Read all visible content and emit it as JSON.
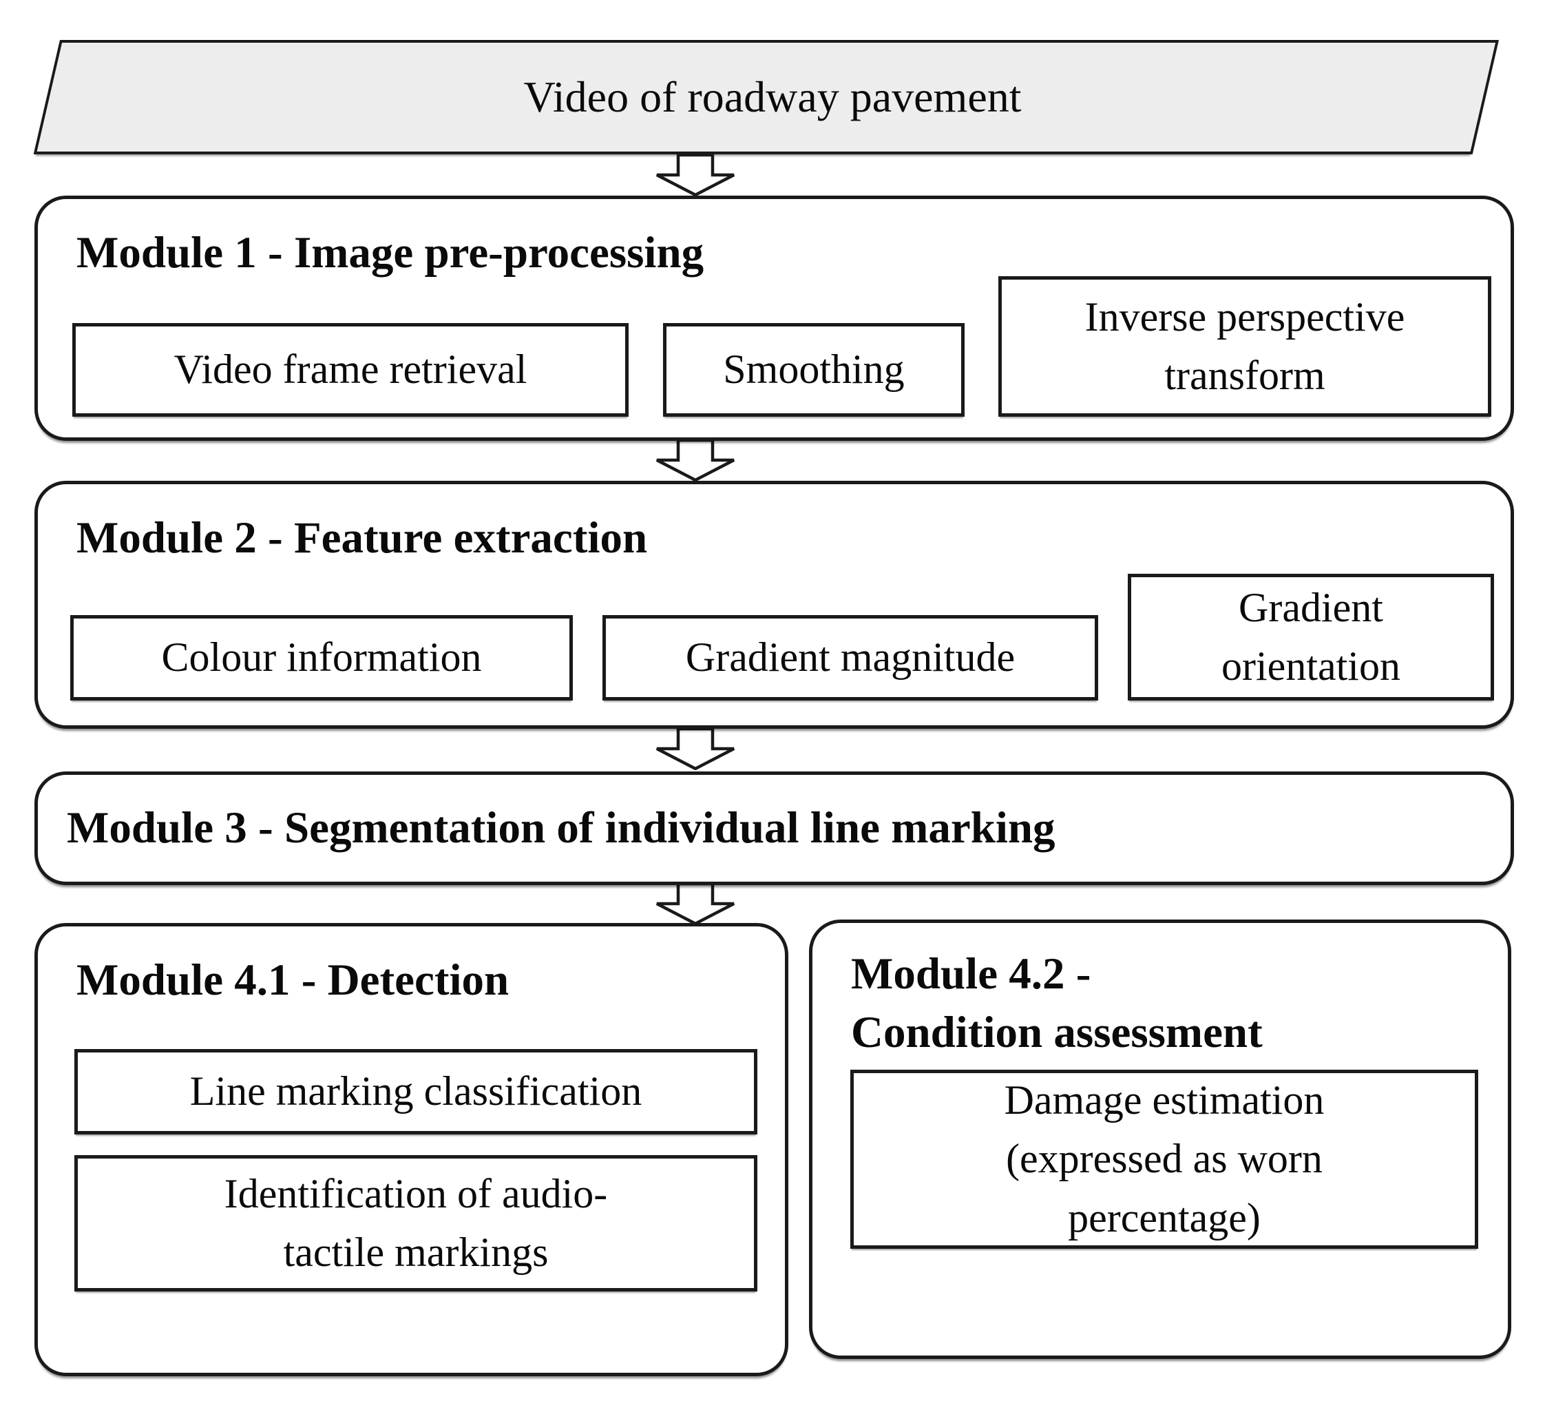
{
  "flowchart": {
    "source_label": "Video of roadway pavement",
    "modules": [
      {
        "title": "Module 1 - Image pre-processing",
        "steps": [
          "Video frame retrieval",
          "Smoothing",
          "Inverse perspective\ntransform"
        ]
      },
      {
        "title": "Module 2 - Feature extraction",
        "steps": [
          "Colour information",
          "Gradient magnitude",
          "Gradient\norientation"
        ]
      },
      {
        "title": "Module 3 - Segmentation of individual line marking",
        "steps": []
      },
      {
        "title": "Module 4.1 - Detection",
        "steps": [
          "Line marking classification",
          "Identification of audio-\ntactile markings"
        ]
      },
      {
        "title": "Module 4.2 -\nCondition assessment",
        "steps": [
          "Damage estimation\n(expressed as worn\npercentage)"
        ]
      }
    ],
    "icons": {
      "connector": "hollow-down-block-arrow"
    },
    "colors": {
      "source_fill": "#ededed",
      "node_fill": "#ffffff",
      "border": "#1a1a1a",
      "text": "#0a0a0a"
    }
  }
}
